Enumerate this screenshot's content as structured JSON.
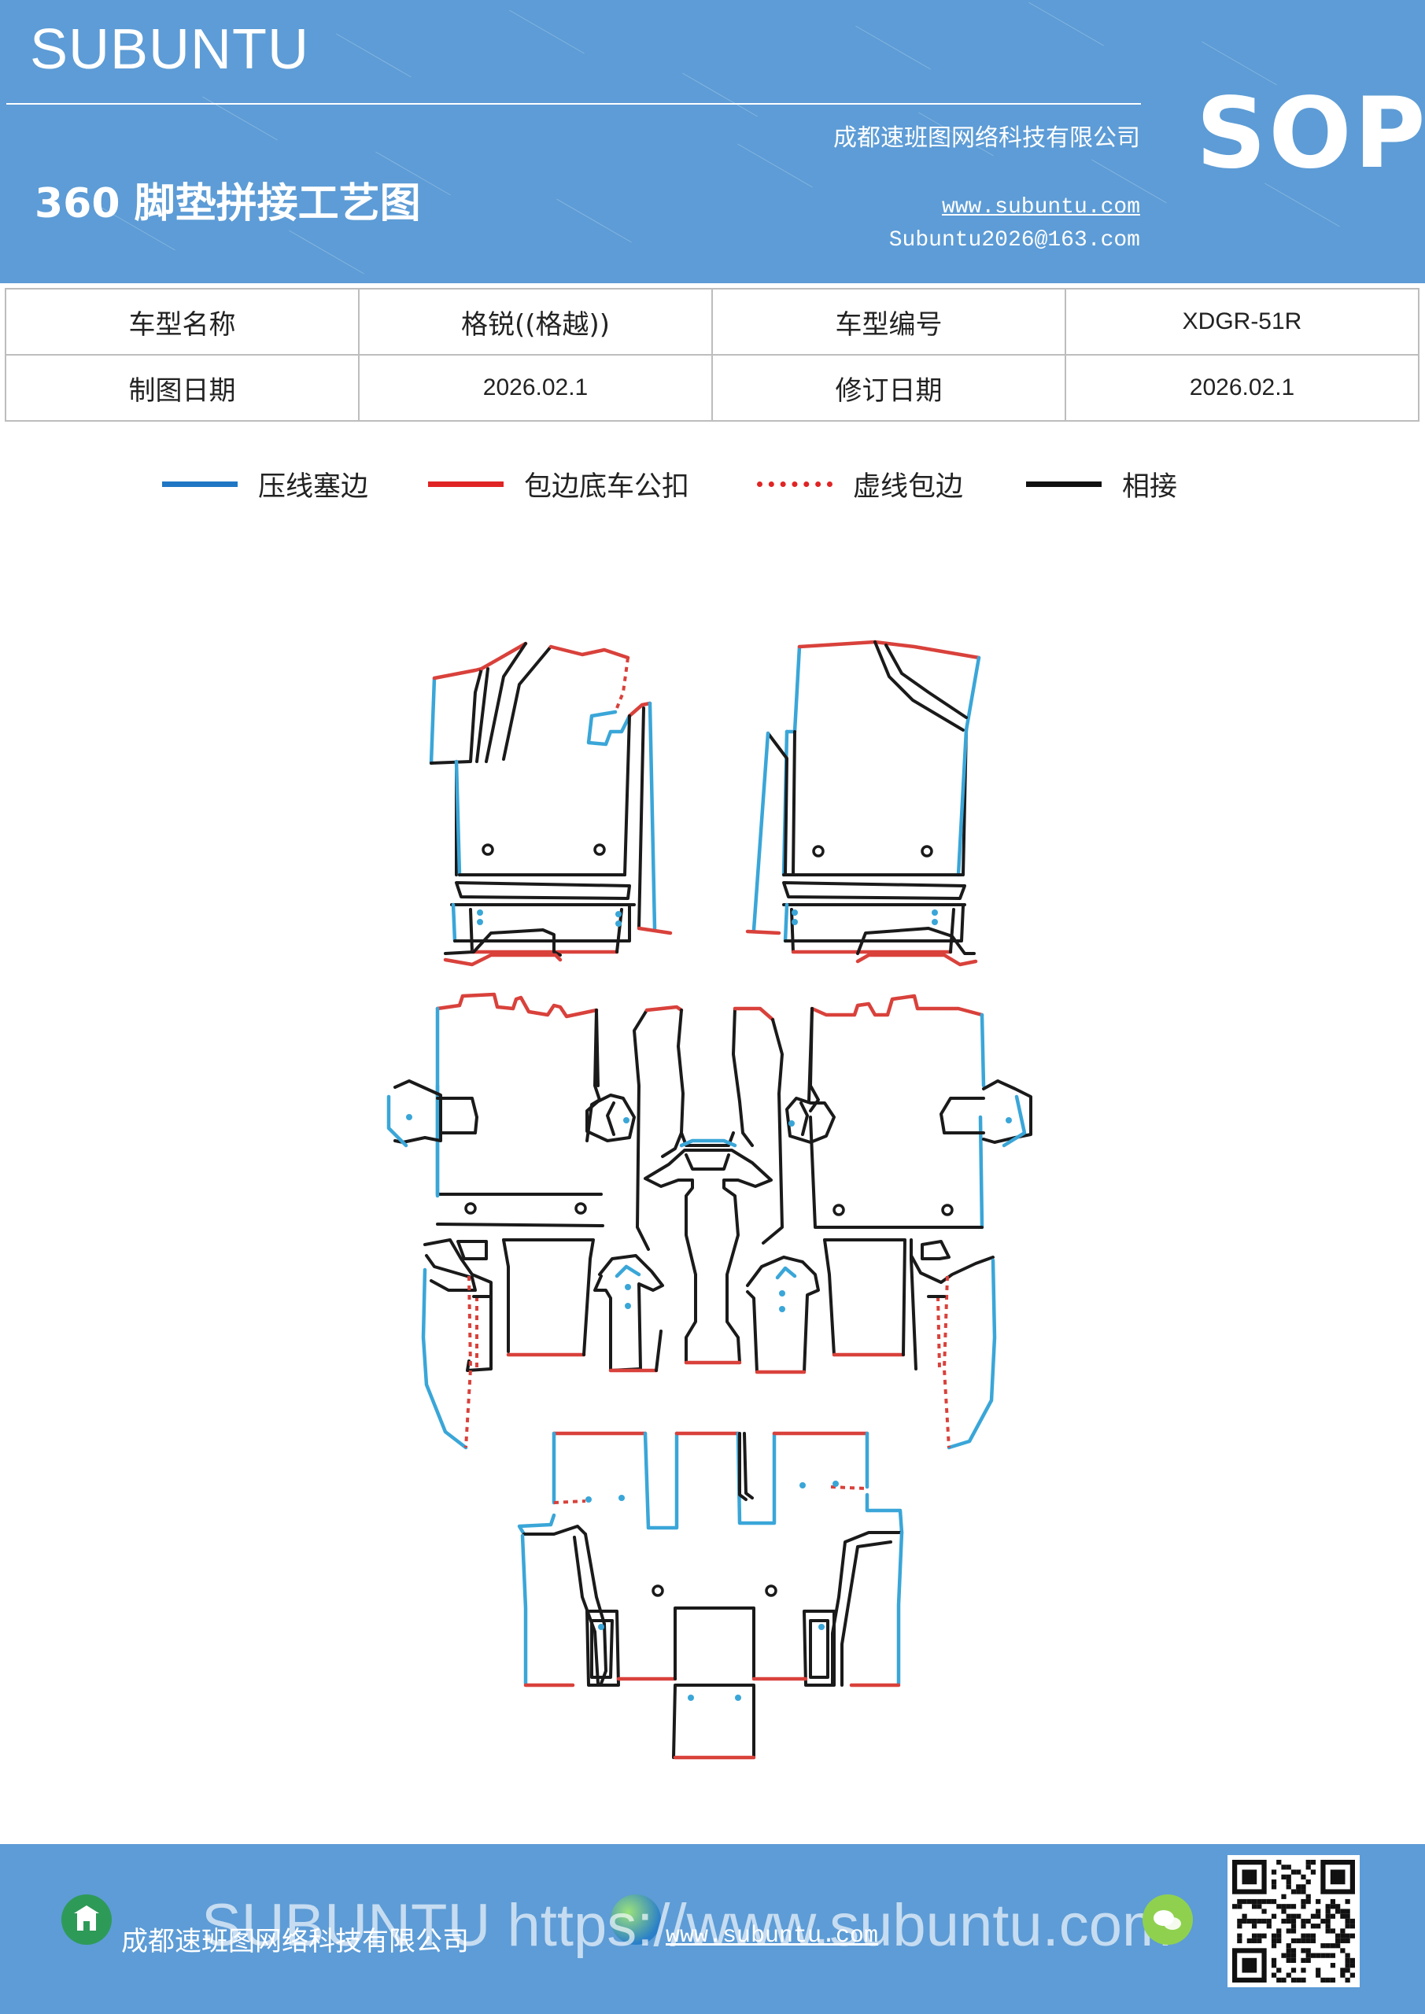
{
  "header": {
    "brand": "SUBUNTU",
    "company": "成都速班图网络科技有限公司",
    "doc_title": "360 脚垫拼接工艺图",
    "website": "www.subuntu.com",
    "email": "Subuntu2026@163.com",
    "sop": "SOP"
  },
  "info_table": {
    "rows": [
      [
        "车型名称",
        "格锐((格越))",
        "车型编号",
        "XDGR-51R"
      ],
      [
        "制图日期",
        "2026.02.1",
        "修订日期",
        "2026.02.1"
      ]
    ]
  },
  "legend": [
    {
      "label": "压线塞边",
      "color": "#1f77c4",
      "style": "solid"
    },
    {
      "label": "包边底车公扣",
      "color": "#e02424",
      "style": "solid"
    },
    {
      "label": "虚线包边",
      "color": "#e02424",
      "style": "dotted"
    },
    {
      "label": "相接",
      "color": "#111111",
      "style": "solid"
    }
  ],
  "colors": {
    "header_bg": "#5d9cd6",
    "blue_line": "#3aa6d8",
    "red_line": "#d9413b",
    "black_line": "#1a1a1a"
  },
  "footer": {
    "company": "成都速班图网络科技有限公司",
    "website": "www.subuntu.com",
    "overlay": "SUBUNTU https://www.subuntu.com",
    "icons": [
      "building-icon",
      "globe-icon",
      "wechat-icon",
      "qr-code"
    ]
  }
}
